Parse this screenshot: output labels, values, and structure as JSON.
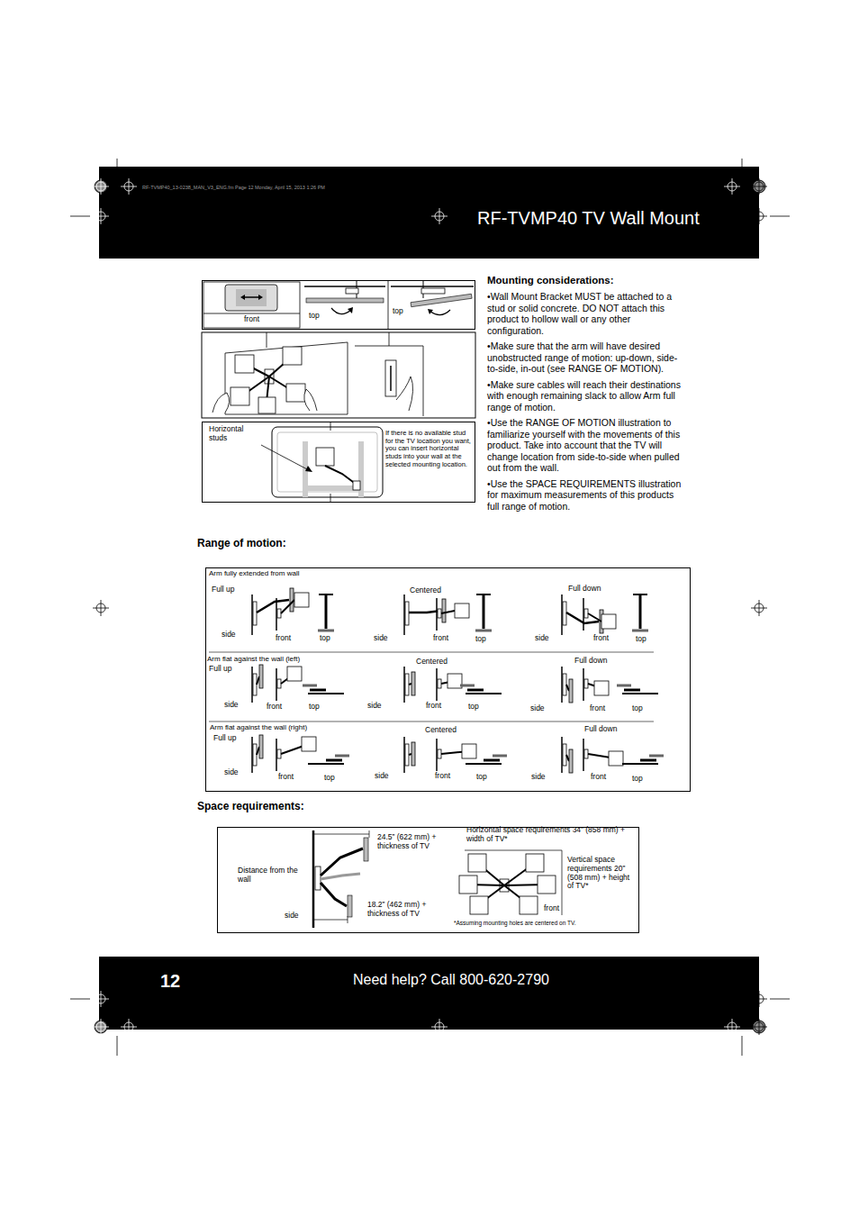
{
  "diagram": {
    "title": "RF-TVMP40 TV Wall Mount",
    "nodes": [
      {
        "text": [
          "front",
          "top",
          "top"
        ]
      },
      {
        "text": [
          "Horizontal studs",
          "If there is no available stud for the TV location you want, you can insert horizontal studs into your wall at the selected mounting location."
        ]
      },
      {
        "text": [
          "Range of motion:"
        ]
      },
      {
        "text": [
          "Arm fully extended from wall",
          "Full up",
          "side",
          "front",
          "top",
          "Centered",
          "side",
          "front",
          "top",
          "Full down",
          "side",
          "front",
          "top"
        ],
        "in": 2
      },
      {
        "text": [
          "Arm flat against the wall (left)",
          "Full up",
          "side",
          "front",
          "top",
          "Centered",
          "side",
          "front",
          "top",
          "Full down",
          "side",
          "front",
          "top"
        ],
        "in": 2
      },
      {
        "text": [
          "Arm flat against the wall (right)",
          "Full up",
          "side",
          "front",
          "top",
          "Centered",
          "side",
          "front",
          "top",
          "Full down",
          "side",
          "front",
          "top"
        ],
        "in": 2
      },
      {
        "text": [
          "Space requirements:",
          "Distance from the wall",
          "24.5” (622 mm) + thickness of TV",
          "18.2” (462 mm) + thickness of TV",
          "side",
          "Horizontal space requirements 34” (858 mm) + width of TV*",
          "Vertical space requirements 20” (508 mm) + height of TV*",
          "front",
          "*Assuming mounting holes are centered on TV."
        ]
      }
    ],
    "labels": [
      "RF-TVMP40_13-0238_MAN_V3_ENG.fm Page 12 Monday, April 15, 2013 1:26 PM",
      "Mounting considerations:",
      "•Wall Mount Bracket MUST be attached to a stud or solid concrete. DO NOT attach this product to hollow wall or any other configuration.",
      "•Make sure that the arm will have desired unobstructed range of motion: up-down, side-to-side, in-out (see RANGE OF MOTION).",
      "•Make sure cables will reach their destinations with enough remaining slack to allow Arm full range of motion.",
      "•Use the RANGE OF MOTION illustration to familiarize yourself with the movements of this product. Take into account that the TV will change location from side-to-side when pulled out from the wall.",
      "•Use the SPACE REQUIREMENTS illustration for maximum measurements of this products full range of motion.",
      "12",
      "Need help? Call 800-620-2790"
    ]
  }
}
